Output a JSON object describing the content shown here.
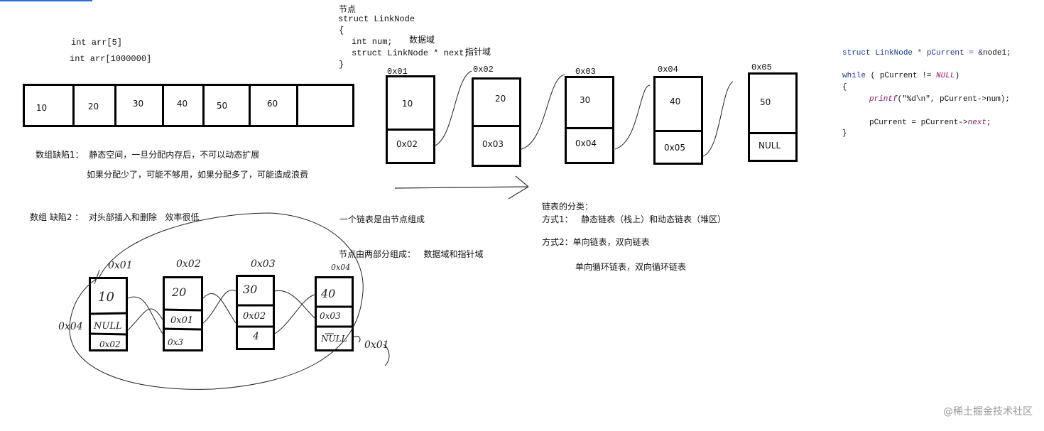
{
  "left": {
    "decl1": "int arr[5]",
    "decl2": "int arr[1000000]",
    "array_values": [
      "10",
      "20",
      "30",
      "40",
      "50",
      "60",
      ""
    ],
    "defect1_title": "数组缺陷1：  静态空间，一旦分配内存后，不可以动态扩展",
    "defect1_detail": "如果分配少了，可能不够用，如果分配多了，可能造成浪费",
    "defect2_title": "数组 缺陷2 ：  对头部插入和删除   效率很低"
  },
  "struct_def": {
    "title": "节点",
    "line1": "struct LinkNode",
    "line2": "{",
    "line3": "int num;",
    "line3_note": "数据域",
    "line4": "struct LinkNode * next;",
    "line4_note": "指针域",
    "line5": "}"
  },
  "nodes": [
    {
      "addr": "0x01",
      "data": "10",
      "next": "0x02"
    },
    {
      "addr": "0x02",
      "data": "20",
      "next": "0x03"
    },
    {
      "addr": "0x03",
      "data": "30",
      "next": "0x04"
    },
    {
      "addr": "0x04",
      "data": "40",
      "next": "0x05"
    },
    {
      "addr": "0x05",
      "data": "50",
      "next": "NULL"
    }
  ],
  "middle": {
    "composed": "一个链表是由节点组成",
    "two_parts": "节点由两部分组成：   数据域和指针域"
  },
  "classification": {
    "title": "链表的分类：",
    "way1": "方式1：   静态链表（栈上）和动态链表（堆区）",
    "way2": "方式2：单向链表，双向链表",
    "way2b": "单向循环链表，双向循环链表"
  },
  "handdrawn": {
    "labels": [
      "0x01",
      "0x02",
      "0x03",
      "0x04"
    ],
    "side_left": "0x04",
    "side_right": "0x01",
    "data": [
      "10",
      "20",
      "30",
      "40"
    ],
    "ptr_a": [
      "NULL",
      "0x01",
      "0x02",
      "0x03"
    ],
    "ptr_b": [
      "0x02",
      "0x3",
      "4",
      "NULL"
    ]
  },
  "code": {
    "l1a": "struct LinkNode * pCurrent = &",
    "l1b": "node1;",
    "l2a": "while",
    "l2b": " ( pCurrent != ",
    "l2c": "NULL",
    "l2d": ")",
    "l3": "{",
    "l4a": "printf",
    "l4b": "(\"%d\\n\", pCurrent->num);",
    "l5a": "pCurrent = pCurrent->",
    "l5b": "next",
    "l5c": ";",
    "l6": "}"
  },
  "watermark": "@稀土掘金技术社区"
}
